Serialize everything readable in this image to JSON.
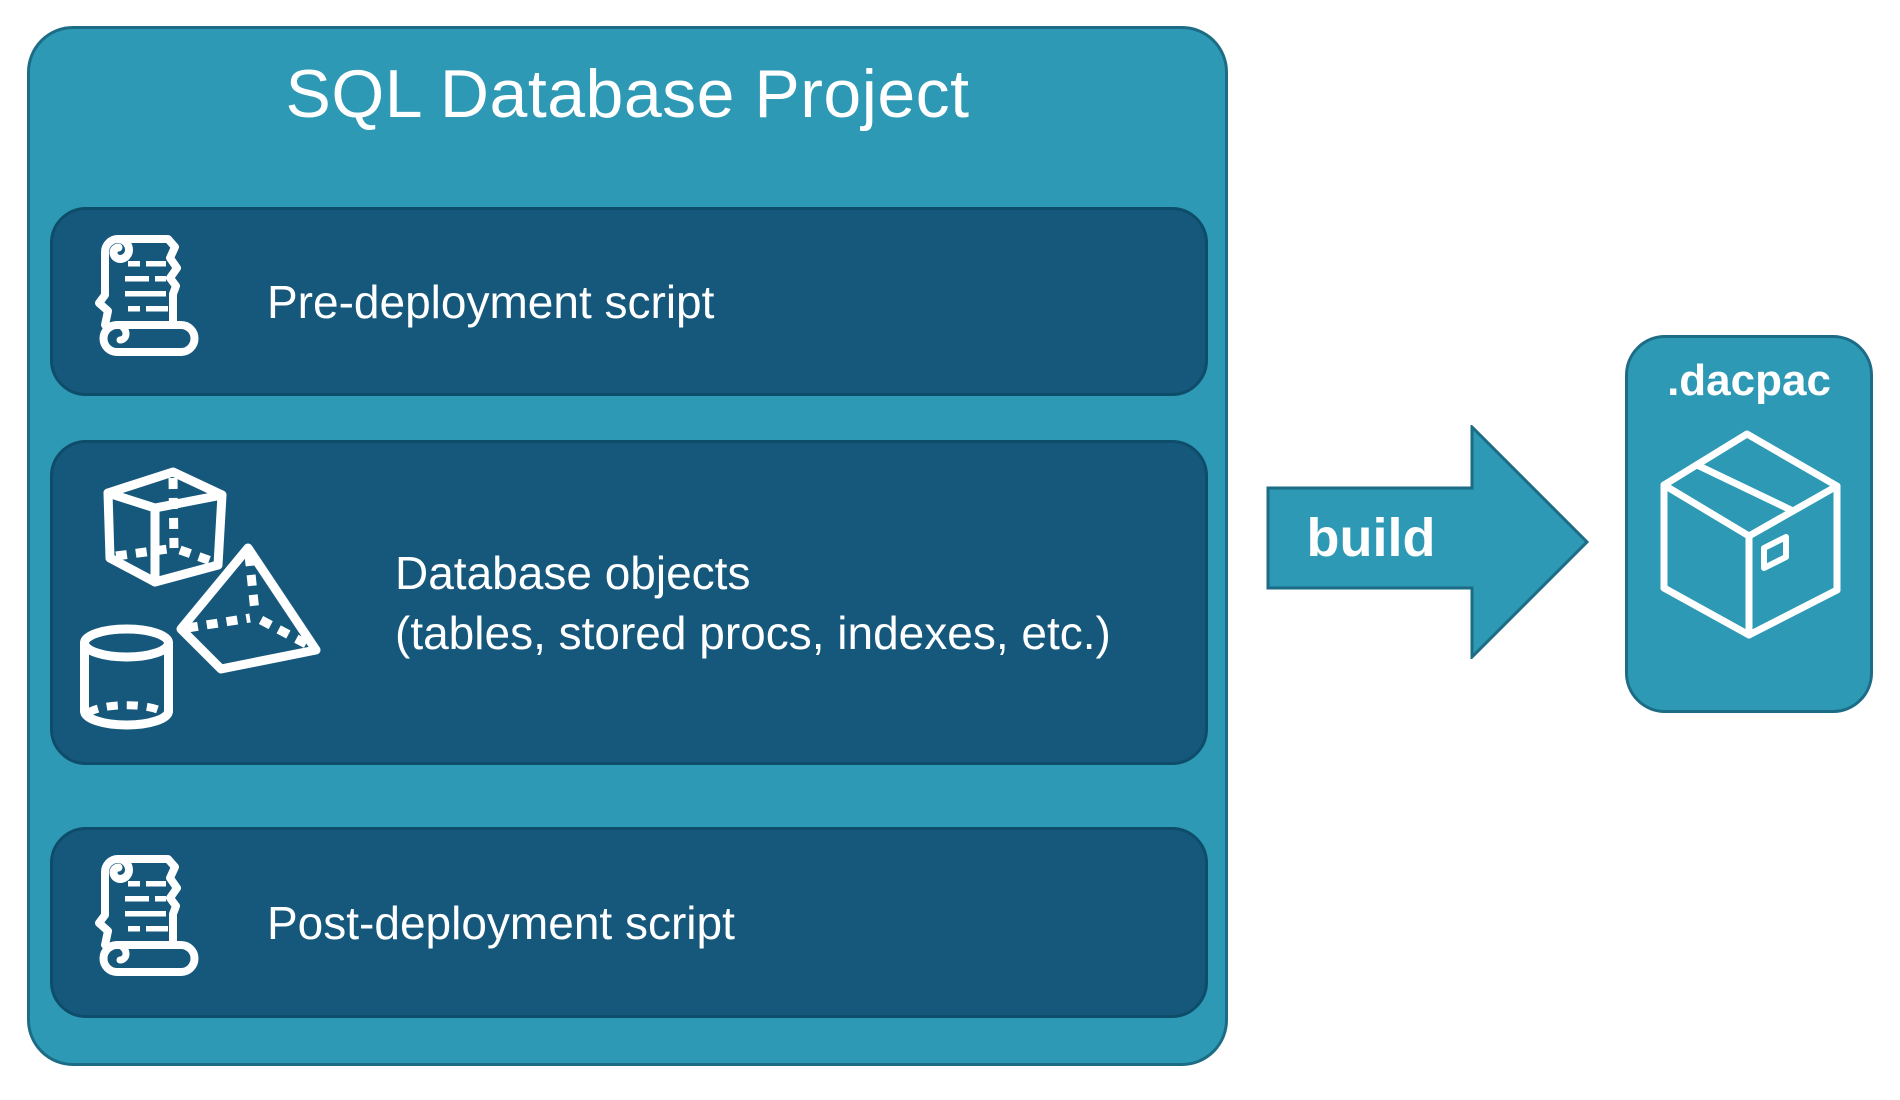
{
  "diagram": {
    "title": "SQL Database Project",
    "items": [
      {
        "label": "Pre-deployment script",
        "icon": "scroll-icon"
      },
      {
        "label": "Database objects",
        "sublabel": "(tables, stored procs, indexes, etc.)",
        "icons": [
          "cube-icon",
          "pyramid-icon",
          "cylinder-icon"
        ]
      },
      {
        "label": "Post-deployment script",
        "icon": "scroll-icon"
      }
    ],
    "arrow_label": "build",
    "artifact_label": ".dacpac",
    "artifact_icon": "package-icon"
  },
  "colors": {
    "background": "#ffffff",
    "container_fill": "#2d99b4",
    "container_border": "#1c6c85",
    "panel_fill": "#16587c",
    "panel_border": "#0e4d6a",
    "text": "#ffffff"
  }
}
